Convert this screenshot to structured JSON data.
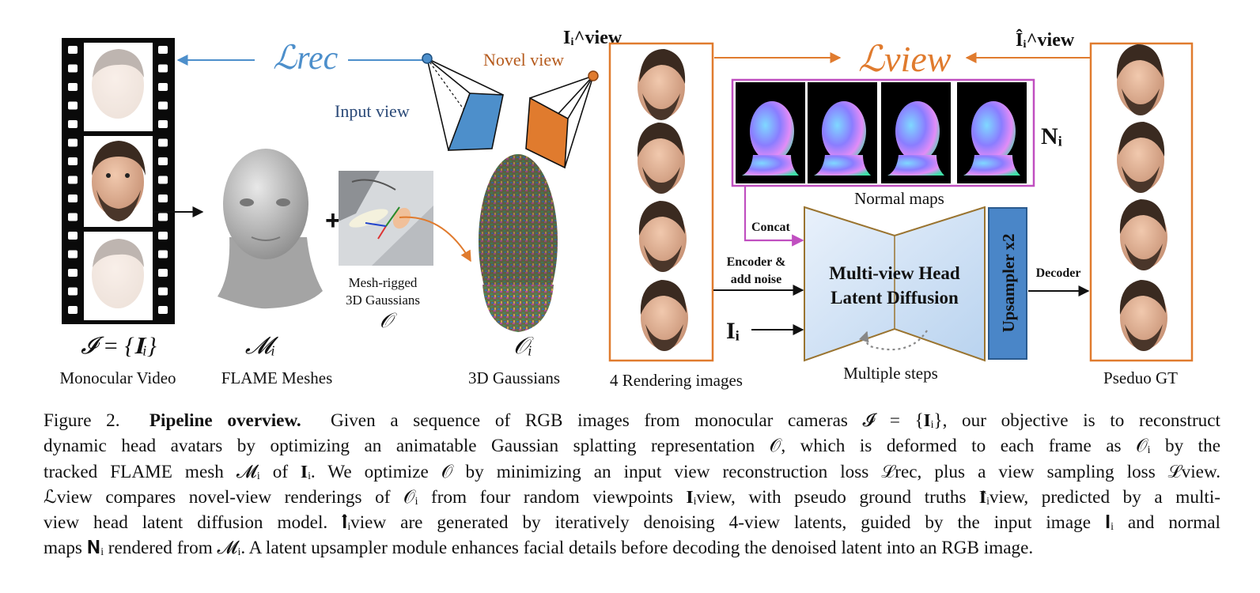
{
  "diagram": {
    "monocular": {
      "symbol": "𝓘 = {𝐈ᵢ}",
      "label": "Monocular Video"
    },
    "flame": {
      "symbol": "𝓜ᵢ",
      "label": "FLAME Meshes"
    },
    "plus": "+",
    "mesh_rigged": {
      "line1": "Mesh-rigged",
      "line2": "3D Gaussians",
      "symbol": "𝒪"
    },
    "gaussians": {
      "symbol": "𝒪ᵢ",
      "label": "3D Gaussians"
    },
    "rendering": {
      "label": "4 Rendering images"
    },
    "loss_rec": "ℒrec",
    "loss_view": "ℒview",
    "input_view": "Input view",
    "novel_view": "Novel view",
    "i_view": "Iᵢ^view",
    "i_hat_view": "Îᵢ^view",
    "normal_maps": "Normal maps",
    "n_i": "Nᵢ",
    "concat": "Concat",
    "encoder_line1": "Encoder &",
    "encoder_line2": "add noise",
    "input_i": "Iᵢ",
    "diffusion_line1": "Multi-view Head",
    "diffusion_line2": "Latent Diffusion",
    "multiple_steps": "Multiple steps",
    "upsampler": "Upsampler x2",
    "decoder": "Decoder",
    "pseudo_gt": "Pseduo GT"
  },
  "caption": {
    "figure_label": "Figure 2.",
    "title": "Pipeline overview.",
    "lines": [
      "Given a sequence of RGB images from monocular cameras 𝓘 = {𝐈ᵢ}, our objective is to reconstruct",
      "dynamic head avatars by optimizing an animatable Gaussian splatting representation 𝒪, which is deformed to each frame as 𝒪ᵢ by the",
      "tracked FLAME mesh 𝓜ᵢ of 𝐈ᵢ. We optimize 𝒪 by minimizing an input view reconstruction loss ℒrec, plus a view sampling loss ℒview.",
      "ℒview compares novel-view renderings of 𝒪ᵢ from four random viewpoints 𝐈ᵢview, with pseudo ground truths 𝐈̂ᵢview, predicted by a multi-",
      "view head latent diffusion model. 𝐈̂ᵢview are generated by iteratively denoising 4-view latents, guided by the input image 𝐈ᵢ and normal",
      "maps 𝐍ᵢ rendered from 𝓜ᵢ. A latent upsampler module enhances facial details before decoding the denoised latent into an RGB image."
    ]
  },
  "colors": {
    "blue": "#4d8fcb",
    "orange": "#e07b2e",
    "magenta": "#c04fc0",
    "brown_frame": "#9a7430",
    "upsampler": "#4a86c8"
  }
}
